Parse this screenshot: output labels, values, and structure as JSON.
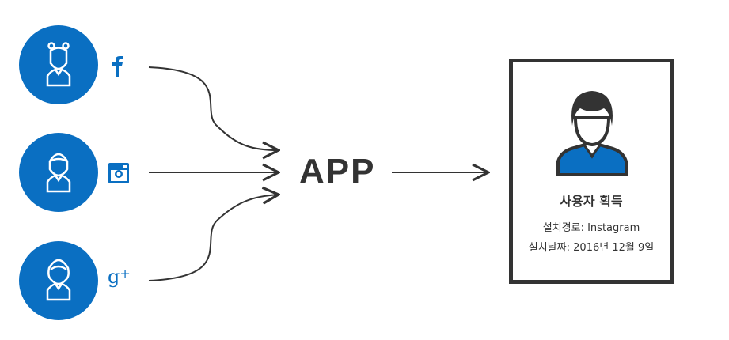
{
  "sources": [
    {
      "name": "facebook",
      "icon": "facebook-icon"
    },
    {
      "name": "instagram",
      "icon": "instagram-icon"
    },
    {
      "name": "google-plus",
      "icon": "google-plus-icon"
    }
  ],
  "center": {
    "label": "APP"
  },
  "result": {
    "title": "사용자 획득",
    "install_route": "설치경로: Instagram",
    "install_date": "설치날짜: 2016년 12월 9일"
  },
  "colors": {
    "brand_blue": "#0a6fc2",
    "dark": "#333333"
  }
}
